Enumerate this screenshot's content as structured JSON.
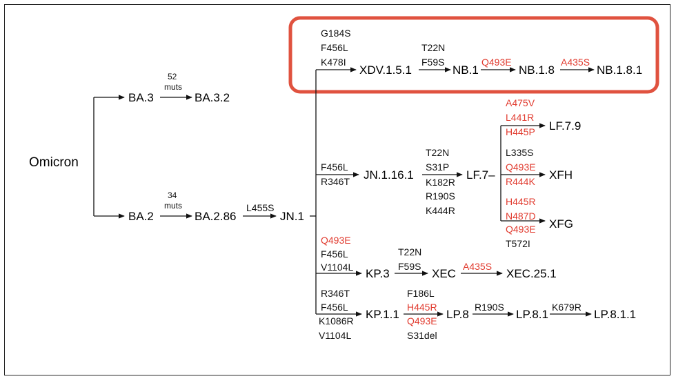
{
  "root": "Omicron",
  "highlight_color": "#e0523f",
  "mutation_color": "#e13b2f",
  "nodes": {
    "ba3": "BA.3",
    "ba32": "BA.3.2",
    "ba2": "BA.2",
    "ba286": "BA.2.86",
    "jn1": "JN.1",
    "xdv": "XDV.1.5.1",
    "nb1": "NB.1",
    "nb18": "NB.1.8",
    "nb181": "NB.1.8.1",
    "jn116": "JN.1.16.1",
    "lf7": "LF.7–",
    "lf79": "LF.7.9",
    "xfh": "XFH",
    "xfg": "XFG",
    "kp3": "KP.3",
    "xec": "XEC",
    "xec251": "XEC.25.1",
    "kp11": "KP.1.1",
    "lp8": "LP.8",
    "lp81": "LP.8.1",
    "lp811": "LP.8.1.1"
  },
  "labels": {
    "ba3_muts_n": "52",
    "ba3_muts_w": "muts",
    "ba2_muts_n": "34",
    "ba2_muts_w": "muts",
    "l455s": "L455S",
    "jn1_xdv": [
      "G184S",
      "F456L",
      "K478I"
    ],
    "xdv_nb1": [
      "T22N",
      "F59S"
    ],
    "nb1_nb18": "Q493E",
    "nb18_nb181": "A435S",
    "jn1_jn116": [
      "F456L",
      "R346T"
    ],
    "jn116_lf7_above": [
      "T22N",
      "S31P"
    ],
    "jn116_lf7_below": [
      "K182R",
      "R190S",
      "K444R"
    ],
    "lf79_muts": [
      "A475V",
      "L441R",
      "H445P"
    ],
    "xfh_muts": [
      "L335S",
      "Q493E",
      "R444K"
    ],
    "xfg_muts": [
      "H445R",
      "N487D",
      "Q493E",
      "T572I"
    ],
    "jn1_kp3": [
      "Q493E",
      "F456L",
      "V1104L"
    ],
    "kp3_xec": [
      "T22N",
      "F59S"
    ],
    "xec_xec251": "A435S",
    "jn1_kp11_above": [
      "R346T",
      "F456L"
    ],
    "jn1_kp11_below": [
      "K1086R",
      "V1104L"
    ],
    "kp11_lp8": [
      "F186L",
      "H445R",
      "Q493E",
      "S31del"
    ],
    "lp8_lp81": "R190S",
    "lp81_lp811": "K679R"
  }
}
